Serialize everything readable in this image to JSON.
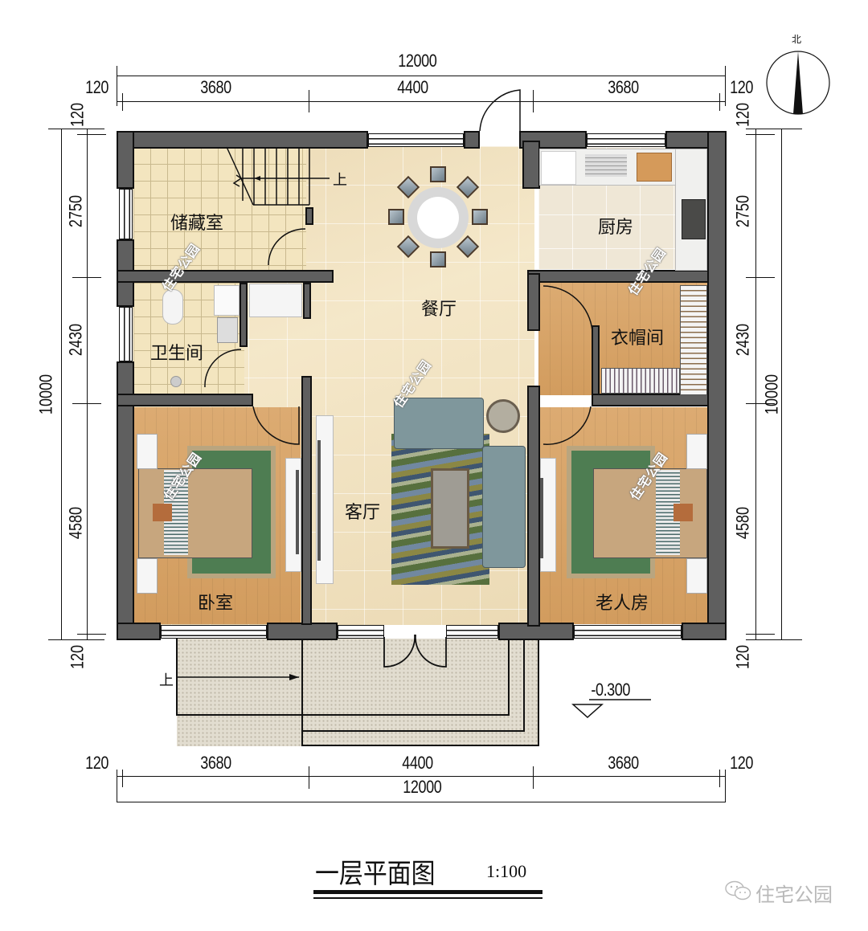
{
  "drawing": {
    "title": "一层平面图",
    "scale": "1:100",
    "north_label": "北",
    "elevation_marker": "-0.300",
    "stair_up_label": "上",
    "terrace_up_label": "上",
    "watermark_text": "住宅公园",
    "brand": {
      "icon": "wechat-icon",
      "name": "住宅公园"
    }
  },
  "dimensions": {
    "top": {
      "overall": "12000",
      "wall_left": "120",
      "wall_right": "120",
      "segments": [
        "3680",
        "4400",
        "3680"
      ]
    },
    "bottom": {
      "overall": "12000",
      "wall_left": "120",
      "wall_right": "120",
      "segments": [
        "3680",
        "4400",
        "3680"
      ]
    },
    "left": {
      "overall": "10000",
      "wall_top": "120",
      "wall_bottom": "120",
      "segments": [
        "2750",
        "2430",
        "4580"
      ]
    },
    "right": {
      "overall": "10000",
      "wall_top": "120",
      "wall_bottom": "120",
      "segments": [
        "2750",
        "2430",
        "4580"
      ]
    }
  },
  "rooms": [
    {
      "id": "storage",
      "label": "储藏室"
    },
    {
      "id": "dining",
      "label": "餐厅"
    },
    {
      "id": "kitchen",
      "label": "厨房"
    },
    {
      "id": "bathroom",
      "label": "卫生间"
    },
    {
      "id": "cloakroom",
      "label": "衣帽间"
    },
    {
      "id": "living",
      "label": "客厅"
    },
    {
      "id": "bedroom",
      "label": "卧室"
    },
    {
      "id": "elder_room",
      "label": "老人房"
    }
  ],
  "colors": {
    "wall": "#5f5f5f",
    "tile_floor": "#f3e5bf",
    "marble_floor": "#f1e2c0",
    "wood_floor": "#d9a66a",
    "terrace": "#e2ddd0",
    "rug_green": "#4e7d52",
    "sofa": "#7d959b"
  }
}
